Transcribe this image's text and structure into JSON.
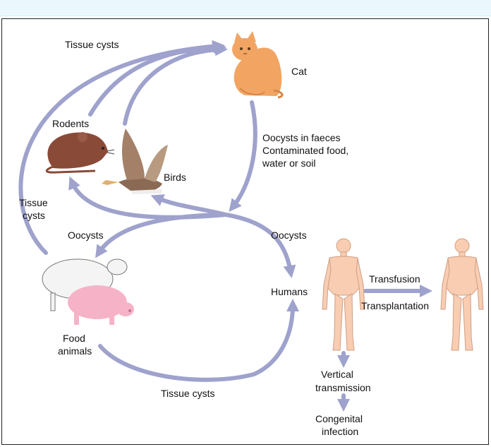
{
  "diagram": {
    "nodes": {
      "cat": "Cat",
      "rodents": "Rodents",
      "birds": "Birds",
      "food_animals_line1": "Food",
      "food_animals_line2": "animals",
      "humans": "Humans"
    },
    "edges": {
      "tissue_cysts_top": "Tissue cysts",
      "tissue_cysts_left_line1": "Tissue",
      "tissue_cysts_left_line2": "cysts",
      "oocysts_faeces_line1": "Oocysts in faeces",
      "oocysts_faeces_line2": "Contaminated food,",
      "oocysts_faeces_line3": "water or soil",
      "oocysts_left": "Oocysts",
      "oocysts_right": "Oocysts",
      "tissue_cysts_bottom": "Tissue cysts",
      "transfusion": "Transfusion",
      "transplantation": "Transplantation",
      "vertical_line1": "Vertical",
      "vertical_line2": "transmission",
      "congenital_line1": "Congenital",
      "congenital_line2": "infection"
    },
    "colors": {
      "arrow": "#9ea2cc",
      "cat": "#f2a463",
      "rodent": "#8a4a38",
      "bird": "#8a6a55",
      "sheep": "#f4f4f4",
      "pig": "#f6b3c7",
      "human": "#f8cdb2"
    }
  }
}
